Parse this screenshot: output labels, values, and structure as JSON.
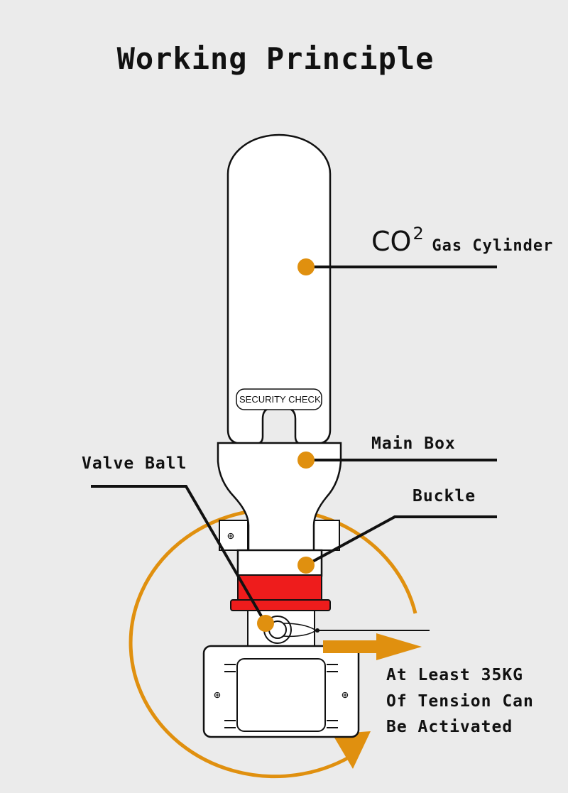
{
  "title": "Working Principle",
  "labels": {
    "co2_main": "CO",
    "co2_sup": "2",
    "co2_rest": "Gas Cylinder",
    "main_box": "Main Box",
    "valve_ball": "Valve Ball",
    "buckle": "Buckle",
    "security_check": "SECURITY CHECK",
    "tension_line1": "At Least 35KG",
    "tension_line2": "Of Tension Can",
    "tension_line3": "Be Activated"
  },
  "colors": {
    "background": "#ebebeb",
    "marker": "#e0900f",
    "buckle_red": "#ee1c1c",
    "outline": "#111111"
  }
}
